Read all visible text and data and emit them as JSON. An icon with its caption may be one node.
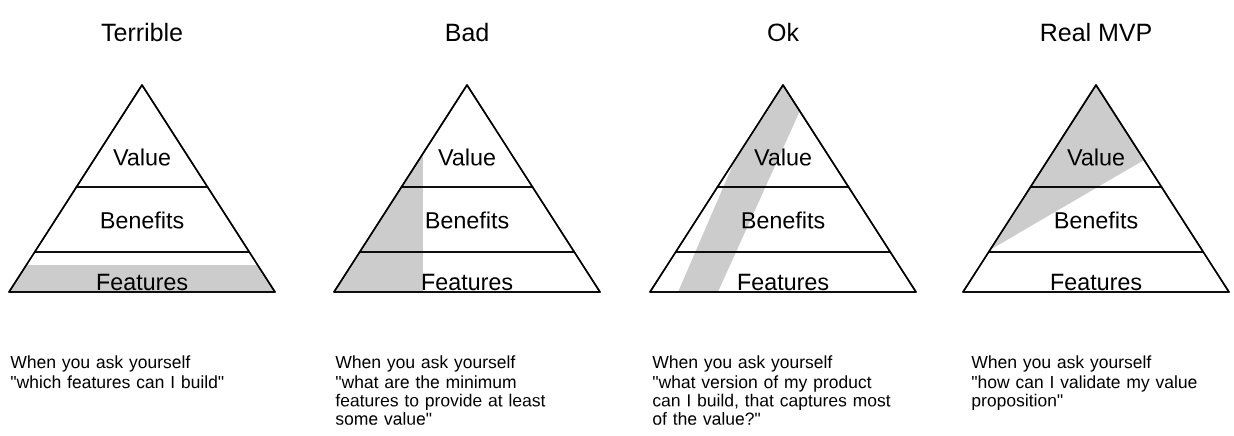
{
  "diagram": {
    "nodes": [
      {
        "text": [
          "Terrible"
        ],
        "beside": [
          "When you ask yourself",
          "\"which features can I build\""
        ]
      },
      {
        "text": [
          "Value"
        ],
        "in": 0
      },
      {
        "text": [
          "Benefits"
        ],
        "in": 0
      },
      {
        "text": [
          "Features"
        ],
        "in": 0
      },
      {
        "text": [
          "Bad"
        ],
        "beside": [
          "When you ask yourself",
          "\"what are the minimum features to provide at least some value\""
        ]
      },
      {
        "text": [
          "Value"
        ],
        "in": 4
      },
      {
        "text": [
          "Benefits"
        ],
        "in": 4
      },
      {
        "text": [
          "Features"
        ],
        "in": 4
      },
      {
        "text": [
          "Ok"
        ],
        "beside": [
          "When you ask yourself",
          "\"what version of my product can I build, that captures most of the value?\""
        ]
      },
      {
        "text": [
          "Value"
        ],
        "in": 8
      },
      {
        "text": [
          "Benefits"
        ],
        "in": 8
      },
      {
        "text": [
          "Features"
        ],
        "in": 8
      },
      {
        "text": [
          "Real MVP"
        ],
        "beside": [
          "When you ask yourself",
          "\"how can I validate my value proposition\""
        ]
      },
      {
        "text": [
          "Value"
        ],
        "in": 12
      },
      {
        "text": [
          "Benefits"
        ],
        "in": 12
      },
      {
        "text": [
          "Features"
        ],
        "in": 12
      }
    ]
  }
}
